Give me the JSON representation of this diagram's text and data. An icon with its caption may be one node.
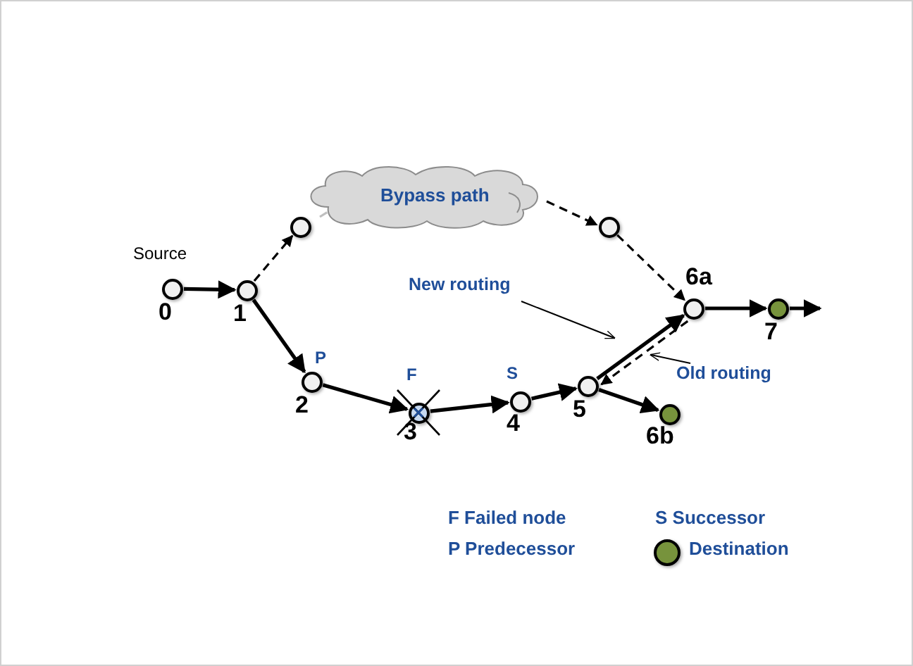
{
  "diagram": {
    "nodes": [
      {
        "text": [
          "0"
        ],
        "beside": [
          "Source"
        ]
      },
      {
        "text": [
          "1"
        ]
      },
      {
        "text": [],
        "shape": "circle"
      },
      {
        "text": [
          "Bypass path"
        ]
      },
      {
        "text": [],
        "shape": "circle"
      },
      {
        "text": [
          "6a"
        ]
      },
      {
        "text": [
          "7"
        ]
      },
      {
        "text": [
          "2"
        ],
        "beside": [
          "P"
        ]
      },
      {
        "text": [
          "3"
        ],
        "beside": [
          "F"
        ]
      },
      {
        "text": [
          "4"
        ],
        "beside": [
          "S"
        ]
      },
      {
        "text": [
          "5"
        ]
      },
      {
        "text": [
          "6b"
        ]
      },
      {
        "text": [
          "New routing"
        ]
      },
      {
        "text": [
          "Old routing"
        ]
      }
    ],
    "edges": [
      {
        "from": 0,
        "to": 1,
        "arrow": "to"
      },
      {
        "from": 1,
        "to": 2,
        "arrow": "to",
        "style": "dashed"
      },
      {
        "from": 2,
        "to": 3,
        "arrow": "to",
        "style": "dashed",
        "color": "#bfbfbf"
      },
      {
        "from": 3,
        "to": 4,
        "arrow": "to",
        "style": "dashed"
      },
      {
        "from": 4,
        "to": 5,
        "arrow": "to",
        "style": "dashed"
      },
      {
        "from": 1,
        "to": 7,
        "arrow": "to"
      },
      {
        "from": 7,
        "to": 8,
        "arrow": "to"
      },
      {
        "from": 8,
        "to": 9,
        "arrow": "to"
      },
      {
        "from": 9,
        "to": 10,
        "arrow": "to"
      },
      {
        "from": 10,
        "to": 5,
        "arrow": "to"
      },
      {
        "from": 5,
        "to": 10,
        "arrow": "to",
        "style": "dashed"
      },
      {
        "from": 10,
        "to": 11,
        "arrow": "to"
      },
      {
        "from": 5,
        "to": 6,
        "arrow": "to"
      },
      {
        "from": 6,
        "to": null,
        "arrow": "to"
      },
      {
        "from": 12,
        "to": null,
        "arrow": "to"
      },
      {
        "from": 13,
        "to": null,
        "arrow": "to"
      }
    ],
    "legend": [
      {
        "text": "F Failed node"
      },
      {
        "text": "S Successor"
      },
      {
        "text": "P Predecessor"
      },
      {
        "text": "Destination",
        "color": "#77933c"
      }
    ]
  }
}
